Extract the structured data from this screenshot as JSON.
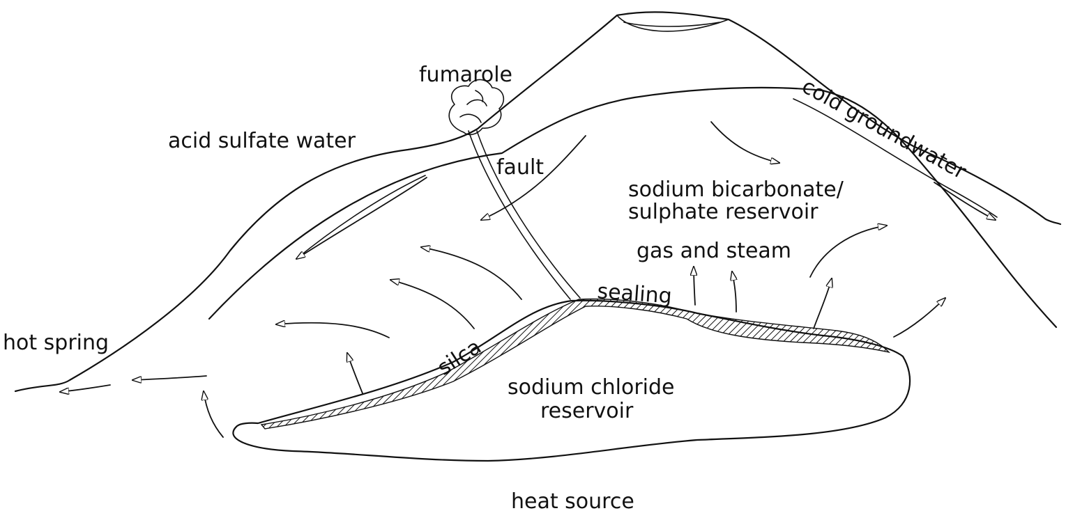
{
  "labels": {
    "fumarole": "fumarole",
    "acid_sulfate_water": "acid sulfate water",
    "fault": "fault",
    "cold_groundwater": "cold groundwater",
    "bicarbonate_line1": "sodium bicarbonate/",
    "bicarbonate_line2": "sulphate reservoir",
    "gas_and_steam": "gas and steam",
    "sealing": "sealing",
    "silca": "silca",
    "hot_spring": "hot spring",
    "chloride_line1": "sodium chloride",
    "chloride_line2": "reservoir",
    "heat_source": "heat source"
  },
  "colors": {
    "ink": "#111111",
    "paper": "#ffffff"
  }
}
